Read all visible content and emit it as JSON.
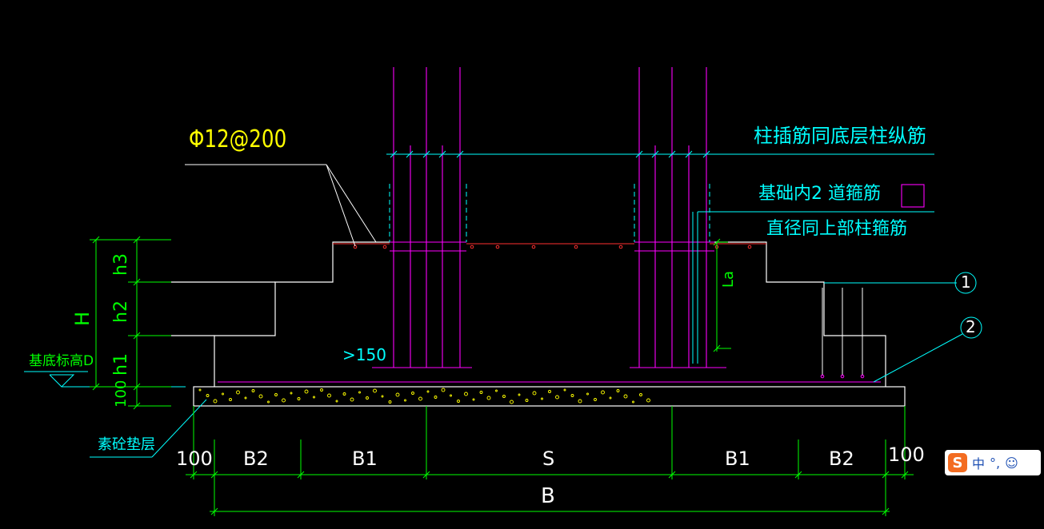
{
  "labels": {
    "rebar_spec": "Φ12@200",
    "column_dowel_note": "柱插筋同底层柱纵筋",
    "stirrup_note_1": "基础内2 道箍筋",
    "stirrup_note_2": "直径同上部柱箍筋",
    "callout_1": "1",
    "callout_2": "2",
    "min_150": ">150",
    "la": "La",
    "h3": "h3",
    "h2": "h2",
    "h1": "h1",
    "H": "H",
    "cover_100": "100",
    "base_elevation": "基底标高D",
    "cushion_layer": "素砼垫层"
  },
  "dimensions": {
    "segments": [
      "100",
      "B2",
      "B1",
      "S",
      "B1",
      "B2",
      "100"
    ],
    "total": "B"
  },
  "ime_toolbar": {
    "logo": "S",
    "mode": "中",
    "punct": "°,",
    "emoji": "☺"
  },
  "colors": {
    "background": "#000000",
    "outline": "#ffffff",
    "rebar_magenta": "#ff00ff",
    "leader_cyan": "#00ffff",
    "dimension_green": "#00ff00",
    "red_bar": "#ff3030",
    "text_yellow": "#ffff00"
  }
}
